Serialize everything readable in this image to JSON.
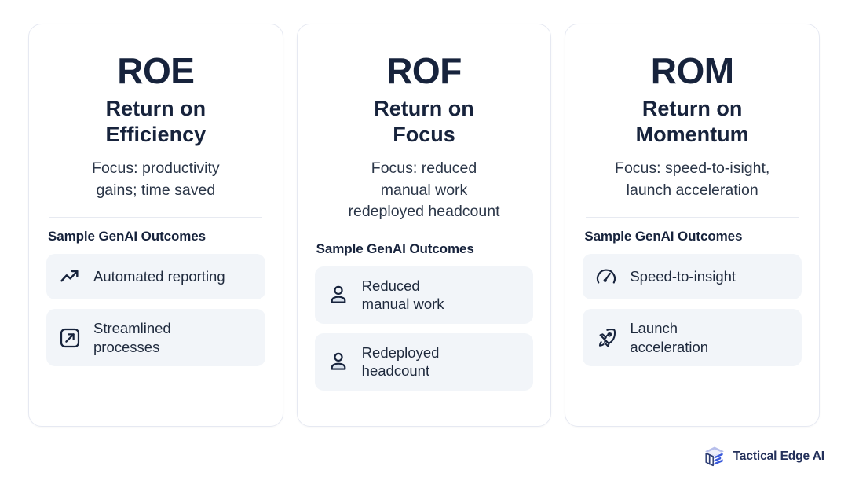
{
  "cards": [
    {
      "acronym": "ROE",
      "title": "Return on\nEfficiency",
      "focus": "Focus: productivity\ngains; time saved",
      "outcomes_label": "Sample GenAI Outcomes",
      "has_divider": true,
      "chips": [
        {
          "icon": "trending-up-icon",
          "label": "Automated reporting"
        },
        {
          "icon": "expand-diagonal-icon",
          "label": "Streamlined\nprocesses"
        }
      ]
    },
    {
      "acronym": "ROF",
      "title": "Return on\nFocus",
      "focus": "Focus: reduced\nmanual work\nredeployed headcount",
      "outcomes_label": "Sample GenAI Outcomes",
      "has_divider": false,
      "chips": [
        {
          "icon": "user-icon",
          "label": "Reduced\nmanual work"
        },
        {
          "icon": "user-icon",
          "label": "Redeployed\nheadcount"
        }
      ]
    },
    {
      "acronym": "ROM",
      "title": "Return on\nMomentum",
      "focus": "Focus: speed-to-isight,\nlaunch acceleration",
      "outcomes_label": "Sample GenAI Outcomes",
      "has_divider": true,
      "chips": [
        {
          "icon": "gauge-icon",
          "label": "Speed-to-insight"
        },
        {
          "icon": "rocket-icon",
          "label": "Launch\nacceleration"
        }
      ]
    }
  ],
  "footer": {
    "brand": "Tactical Edge AI",
    "logo_icon": "tactical-edge-cube-icon"
  },
  "colors": {
    "page_background": "#ffffff",
    "card_background": "#ffffff",
    "card_border": "#e6e9f2",
    "heading_navy": "#17233c",
    "body_text": "#2b3648",
    "chip_background": "#f2f5f9",
    "divider": "#e7eaf1",
    "brand_text": "#23305a",
    "logo_blue": "#3b5bdb",
    "logo_violet": "#8f8fd9"
  }
}
